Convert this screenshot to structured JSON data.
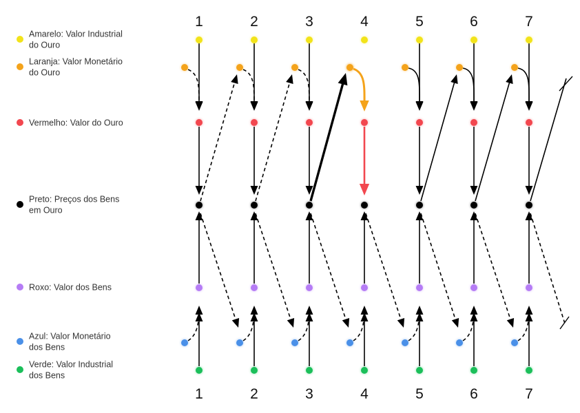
{
  "columns": [
    "1",
    "2",
    "3",
    "4",
    "5",
    "6",
    "7"
  ],
  "legend": [
    {
      "id": "yellow",
      "color": "#f2e31a",
      "lines": [
        "Amarelo: Valor Industrial",
        "do Ouro"
      ]
    },
    {
      "id": "orange",
      "color": "#f4a31b",
      "lines": [
        "Laranja: Valor Monetário",
        "do Ouro"
      ]
    },
    {
      "id": "red",
      "color": "#f2474f",
      "lines": [
        "Vermelho: Valor do Ouro"
      ]
    },
    {
      "id": "black",
      "color": "#000000",
      "lines": [
        "Preto: Preços dos Bens",
        "em Ouro"
      ]
    },
    {
      "id": "purple",
      "color": "#b57cf5",
      "lines": [
        "Roxo: Valor dos Bens"
      ]
    },
    {
      "id": "blue",
      "color": "#4a90e8",
      "lines": [
        "Azul: Valor Monetário",
        "dos Bens"
      ]
    },
    {
      "id": "green",
      "color": "#1bbf5a",
      "lines": [
        "Verde: Valor Industrial",
        "dos Bens"
      ]
    }
  ],
  "colors": {
    "arrow": "#000000",
    "highlight_orange": "#f4a31b",
    "highlight_red": "#f2474f"
  },
  "highlighted_column": "4"
}
